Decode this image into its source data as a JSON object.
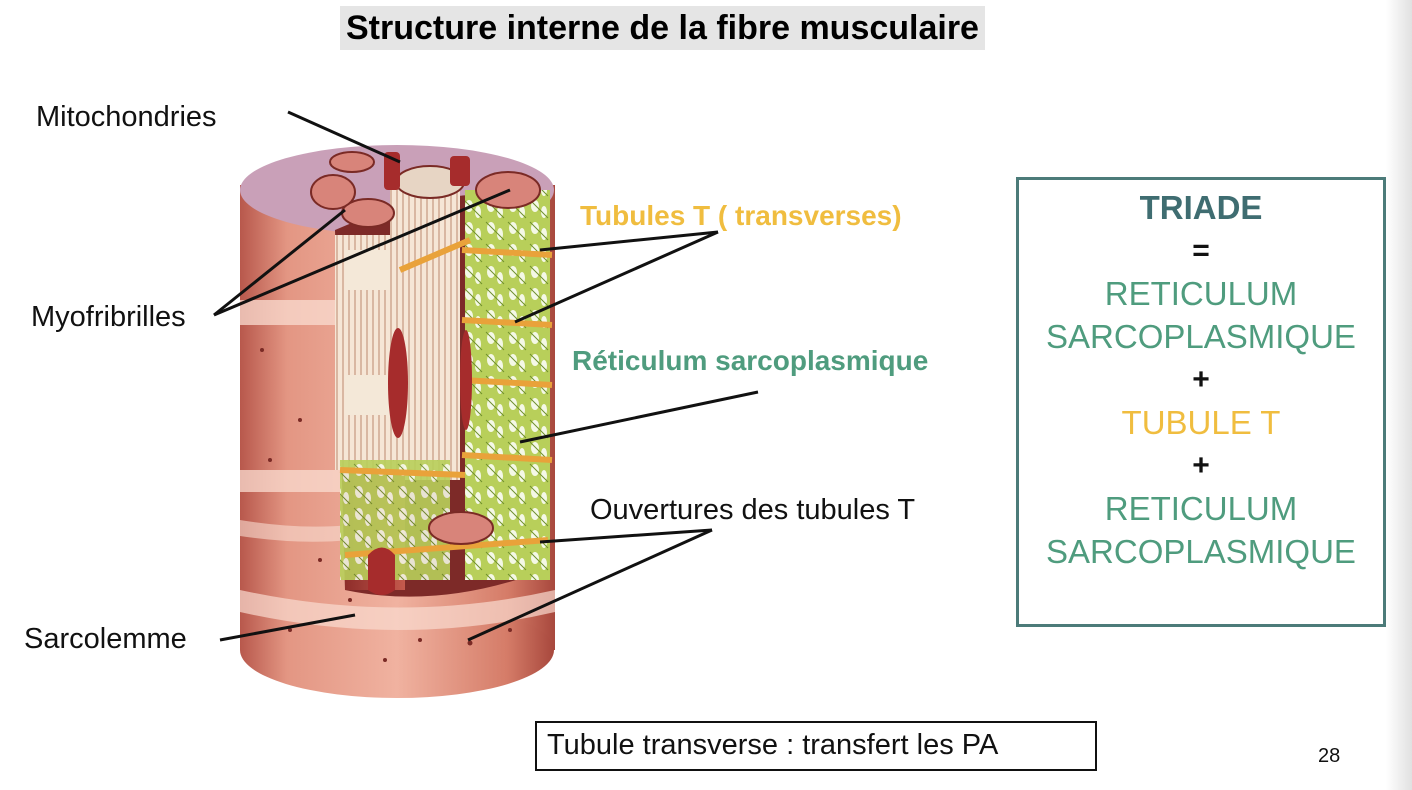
{
  "title": "Structure interne de la fibre musculaire",
  "labels": {
    "mitochondries": "Mitochondries",
    "myofibrilles": "Myofribrilles",
    "sarcolemme": "Sarcolemme",
    "tubules_t": "Tubules T ( transverses)",
    "reticulum": "Réticulum sarcoplasmique",
    "ouvertures": "Ouvertures des tubules T"
  },
  "triade": {
    "heading": "TRIADE",
    "lines": [
      "=",
      "RETICULUM",
      "SARCOPLASMIQUE",
      "+",
      "TUBULE T",
      "+",
      "RETICULUM",
      "SARCOPLASMIQUE"
    ]
  },
  "note": "Tubule transverse : transfert les PA",
  "page_number": "28",
  "colors": {
    "tubule_orange": "#f0bd3f",
    "reticulum_green": "#4f9c7e",
    "triade_heading": "#3f6d71",
    "fiber_red": "#d9826f"
  }
}
